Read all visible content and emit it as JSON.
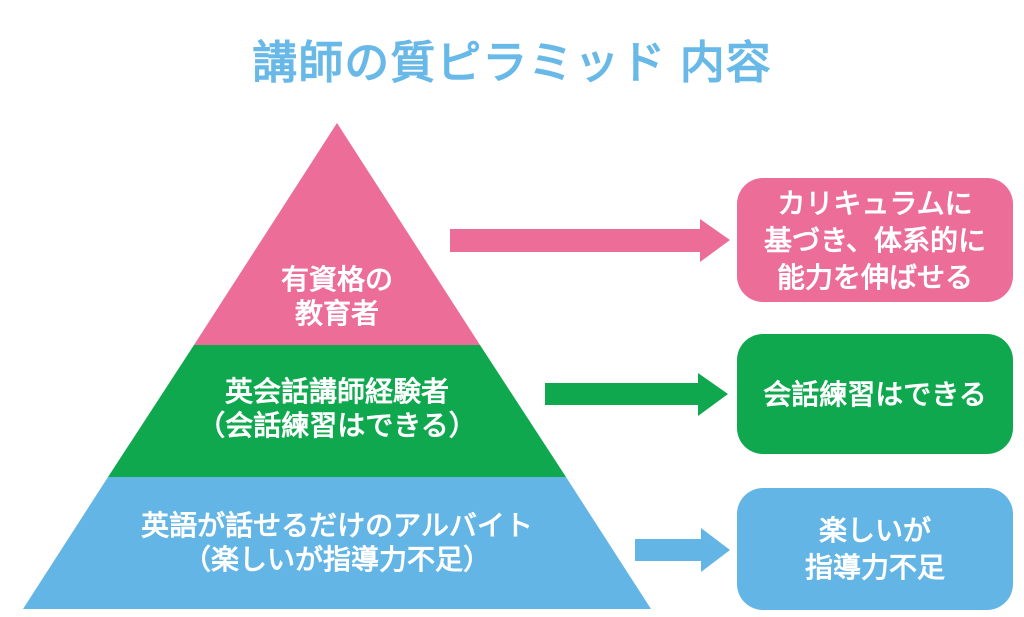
{
  "title": {
    "text": "講師の質ピラミッド 内容",
    "color": "#68B9E8"
  },
  "colors": {
    "pink": "#EC6D98",
    "green": "#0FA84E",
    "blue": "#63B5E5",
    "label_text": "#FFFFFF",
    "background": "#FFFFFF"
  },
  "pyramid": {
    "levels": [
      {
        "position": "top",
        "color": "#EC6D98",
        "lines": [
          "有資格の",
          "教育者"
        ]
      },
      {
        "position": "middle",
        "color": "#0FA84E",
        "lines": [
          "英会話講師経験者",
          "（会話練習はできる）"
        ]
      },
      {
        "position": "bottom",
        "color": "#63B5E5",
        "lines": [
          "英語が話せるだけのアルバイト",
          "（楽しいが指導力不足）"
        ]
      }
    ]
  },
  "callouts": [
    {
      "position": "top",
      "color": "#EC6D98",
      "lines": [
        "カリキュラムに",
        "基づき、体系的に",
        "能力を伸ばせる"
      ]
    },
    {
      "position": "middle",
      "color": "#0FA84E",
      "lines": [
        "会話練習はできる"
      ]
    },
    {
      "position": "bottom",
      "color": "#63B5E5",
      "lines": [
        "楽しいが",
        "指導力不足"
      ]
    }
  ]
}
